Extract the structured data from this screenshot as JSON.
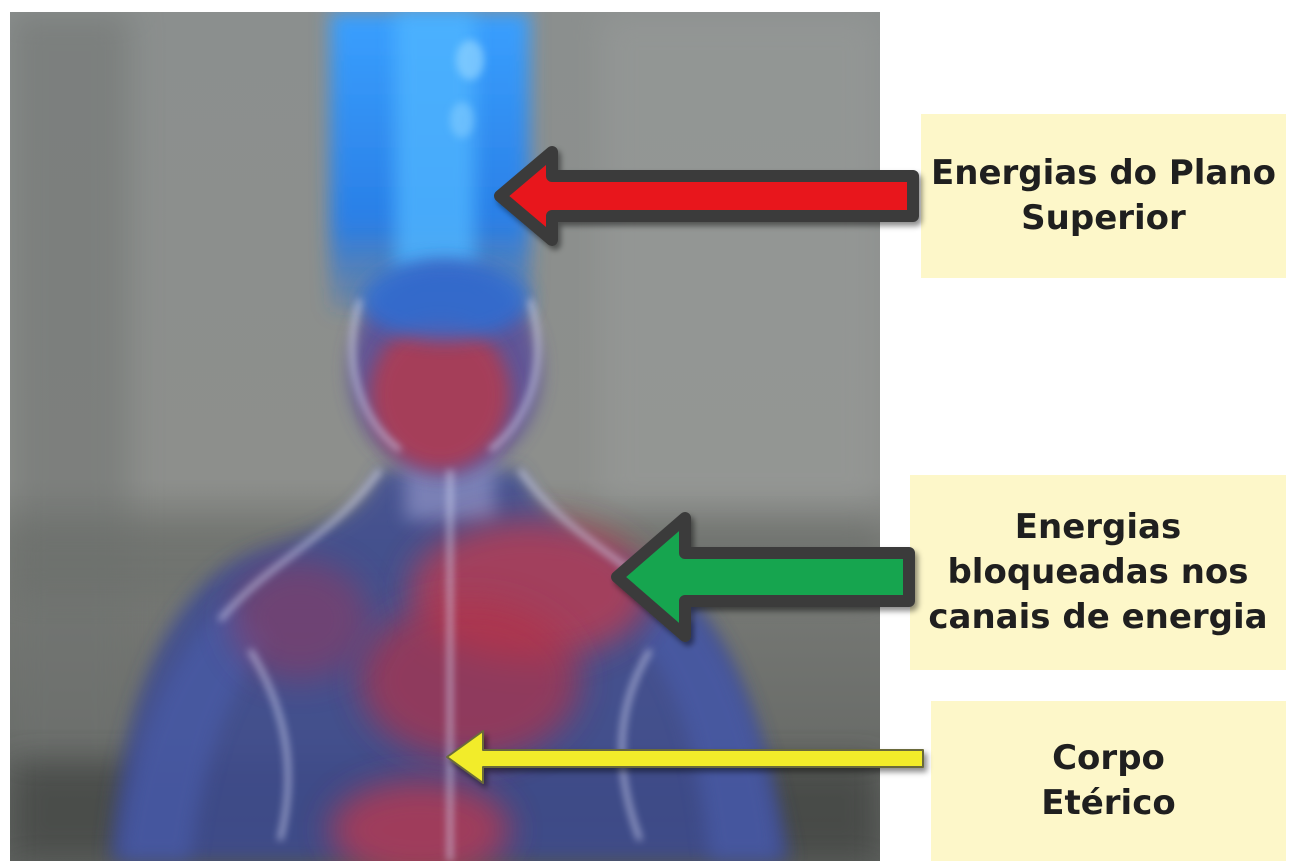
{
  "colors": {
    "label_bg": "#fdf7c9",
    "arrow_upper": "#e8171c",
    "arrow_blocked": "#16a550",
    "arrow_etheric": "#f2ec2b",
    "arrow_outline": "#3b3b3b",
    "beam": "#2d86ee",
    "background_wall": "#8a8d8c",
    "figure_red": "#b43a4a",
    "figure_blue": "#3e4c93"
  },
  "labels": {
    "upper_plane": {
      "lines": [
        "Energias do Plano",
        "Superior"
      ],
      "arrow_color": "#e8171c"
    },
    "blocked_channels": {
      "lines": [
        "Energias",
        "bloqueadas nos",
        "canais de energia"
      ],
      "arrow_color": "#16a550"
    },
    "etheric_body": {
      "lines": [
        "Corpo",
        "Etérico"
      ],
      "arrow_color": "#f2ec2b"
    }
  },
  "icons": {
    "upper_arrow": "arrow-left-icon",
    "blocked_arrow": "arrow-left-icon",
    "etheric_arrow": "arrow-left-icon"
  }
}
